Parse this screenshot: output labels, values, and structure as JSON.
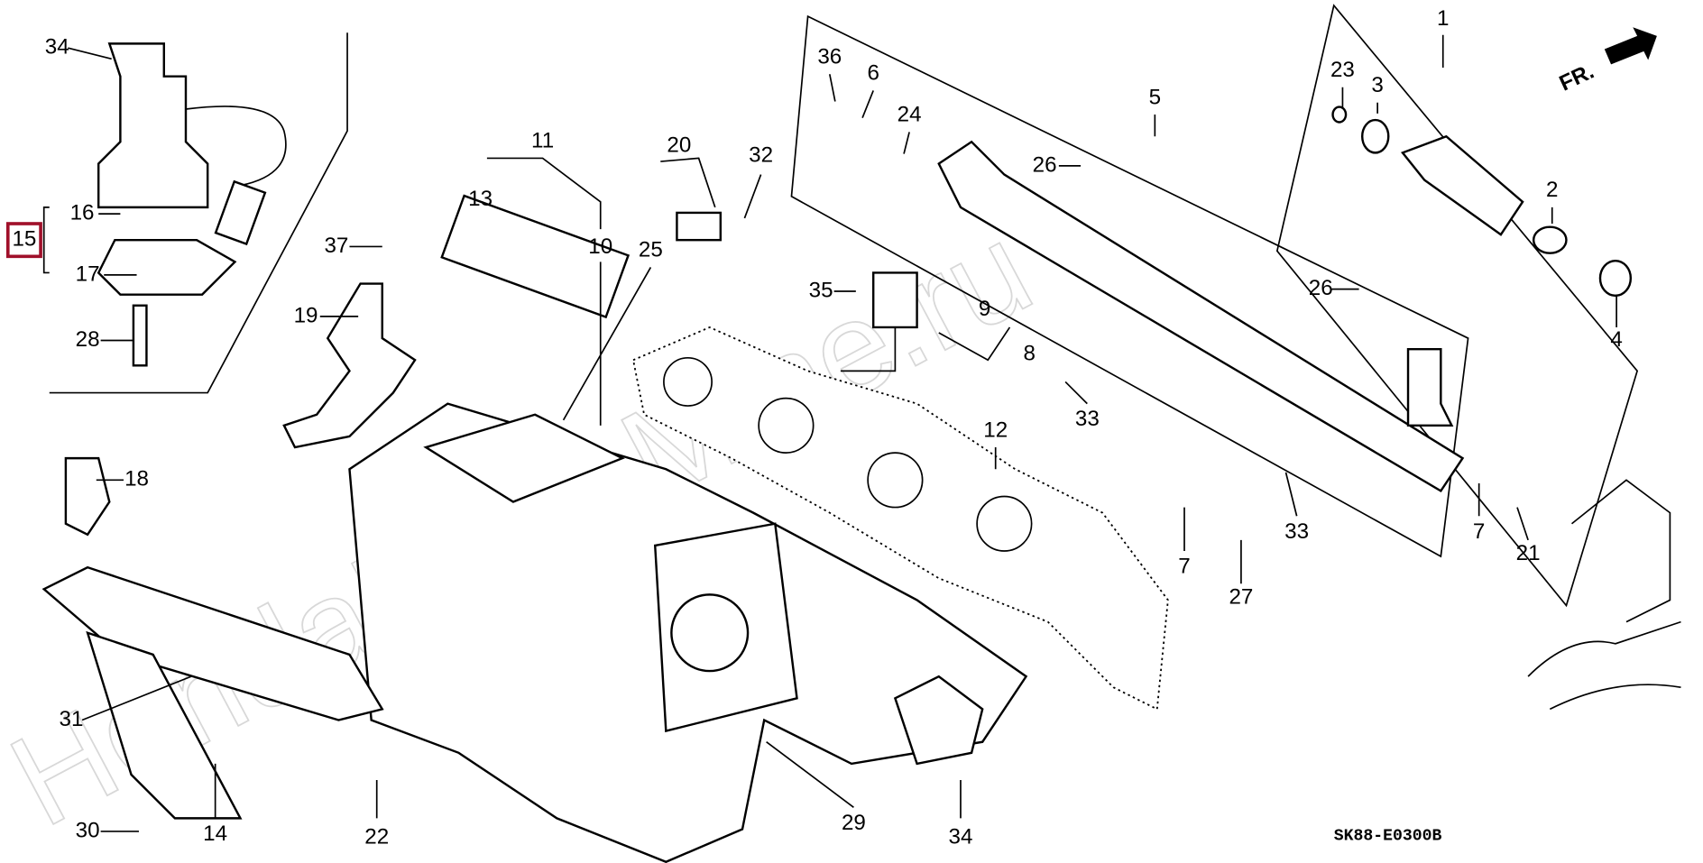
{
  "diagram": {
    "watermark": "HondaPartsMine.ru",
    "direction_label": "FR.",
    "drawing_code": "SK88-E0300B",
    "highlight_color": "#a0102a",
    "highlighted_callout": "15",
    "callouts": [
      "34",
      "16",
      "15",
      "17",
      "28",
      "37",
      "19",
      "18",
      "31",
      "30",
      "14",
      "22",
      "29",
      "34",
      "11",
      "13",
      "10",
      "20",
      "25",
      "32",
      "36",
      "6",
      "24",
      "5",
      "26",
      "35",
      "9",
      "8",
      "33",
      "26",
      "1",
      "23",
      "3",
      "2",
      "4",
      "12",
      "33",
      "7",
      "27",
      "7",
      "21"
    ]
  }
}
